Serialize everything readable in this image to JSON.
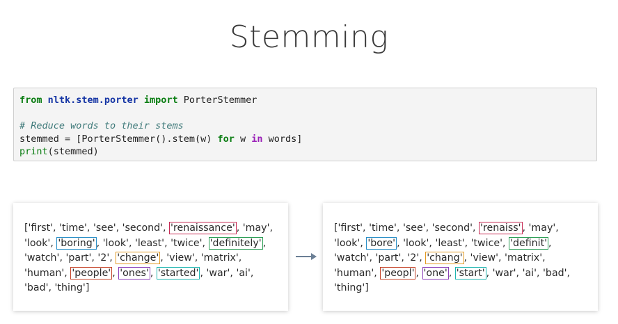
{
  "title": "Stemming",
  "code": {
    "line1": {
      "kw_from": "from",
      "module": "nltk.stem.porter",
      "kw_import": "import",
      "name": " PorterStemmer"
    },
    "line3": {
      "comment": "# Reduce words to their stems"
    },
    "line4": {
      "pre": "stemmed = [PorterStemmer().stem(w) ",
      "kw_for": "for",
      "mid": " w ",
      "kw_in": "in",
      "post": " words]"
    },
    "line5": {
      "builtin": "print",
      "rest": "(stemmed)"
    }
  },
  "before": {
    "t1": "['first', 'time', 'see', 'second', ",
    "renaissance": "'renaissance'",
    "t2": ", 'may', 'look', ",
    "boring": "'boring'",
    "t3": ", 'look', 'least', 'twice', ",
    "definitely": "'definitely'",
    "t4": ", 'watch', 'part', '2', ",
    "change": "'change'",
    "t5": ", 'view', 'matrix', 'human', ",
    "people": "'people'",
    "t6": ", ",
    "ones": "'ones'",
    "t7": ", ",
    "started": "'started'",
    "t8": ", 'war', 'ai', 'bad', 'thing']"
  },
  "after": {
    "t1": "['first', 'time', 'see', 'second', ",
    "renaiss": "'renaiss'",
    "t2": ", 'may', 'look', ",
    "bore": "'bore'",
    "t3": ", 'look', 'least', 'twice', ",
    "definit": "'definit'",
    "t4": ", 'watch', 'part', '2', ",
    "chang": "'chang'",
    "t5": ", 'view', 'matrix', 'human', ",
    "peopl": "'peopl'",
    "t6": ", ",
    "one": "'one'",
    "t7": ", ",
    "start": "'start'",
    "t8": ", 'war', 'ai', 'bad', 'thing']"
  },
  "colors": {
    "red": "#c62a54",
    "blue": "#2a8fc7",
    "green": "#2b9e55",
    "orange": "#e39a22",
    "brown": "#c6452b",
    "purple": "#8b3fb8",
    "teal": "#1eb5b0",
    "arrow": "#6b7f95"
  },
  "icons": {
    "arrow": "right-arrow-icon"
  }
}
